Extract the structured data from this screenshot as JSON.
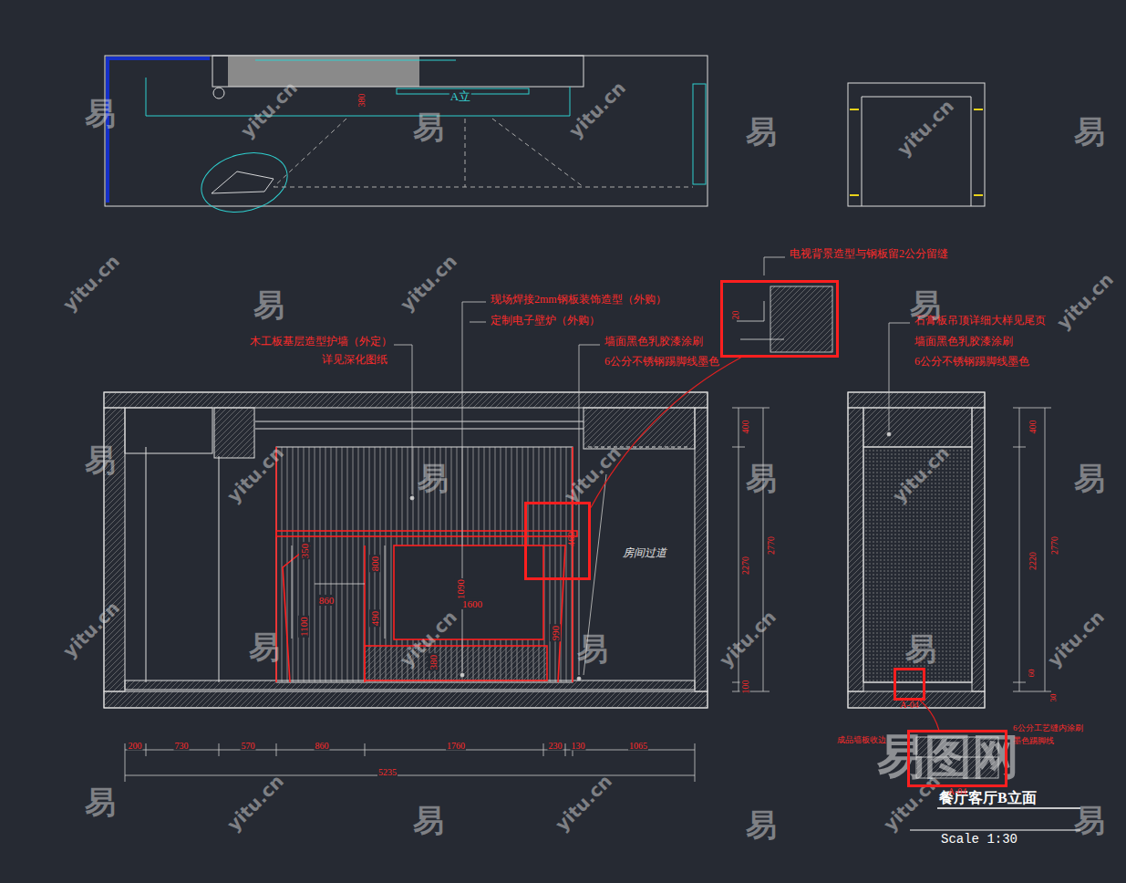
{
  "diagram": {
    "title": "餐厅客厅B立面",
    "caption": "Scale 1:30",
    "nodes": [
      {
        "text": [
          "20"
        ]
      },
      {
        "text": [
          "460"
        ]
      },
      {
        "text": [
          "A-04"
        ]
      },
      {
        "text": [
          "A-04"
        ]
      }
    ],
    "edges": [
      {
        "from": 1,
        "to": 0,
        "arrow": "none"
      },
      {
        "from": 2,
        "to": 3,
        "arrow": "none"
      }
    ],
    "labels": [
      "380",
      "A立",
      "现场焊接2mm钢板装饰造型（外购）",
      "定制电子壁炉（外购）",
      "木工板基层造型护墙（外定）",
      "详见深化图纸",
      "墙面黑色乳胶漆涂刷",
      "6公分不锈钢踢脚线墨色",
      "电视背景造型与钢板留2公分留缝",
      "石膏板吊顶详细大样见尾页",
      "墙面黑色乳胶漆涂刷",
      "6公分不锈钢踢脚线墨色",
      "350",
      "800",
      "860",
      "1100",
      "490",
      "1090",
      "1600",
      "990",
      "380",
      "房间过道",
      "400",
      "2270",
      "2770",
      "100",
      "200",
      "730",
      "570",
      "860",
      "1760",
      "230",
      "130",
      "1065",
      "5235",
      "400",
      "2220",
      "2770",
      "60",
      "30",
      "成品墙板收边",
      "6公分工艺缝内涂刷",
      "墨色踢脚线",
      "易",
      "易",
      "易",
      "易",
      "易",
      "易",
      "易",
      "易",
      "易",
      "易",
      "易",
      "易",
      "易",
      "易",
      "易",
      "易",
      "易",
      "yitu.cn",
      "yitu.cn",
      "yitu.cn",
      "yitu.cn",
      "yitu.cn",
      "yitu.cn",
      "yitu.cn",
      "yitu.cn",
      "yitu.cn",
      "yitu.cn",
      "yitu.cn",
      "yitu.cn",
      "yitu.cn",
      "yitu.cn",
      "yitu.cn",
      "yitu.cn",
      "易图网"
    ]
  }
}
